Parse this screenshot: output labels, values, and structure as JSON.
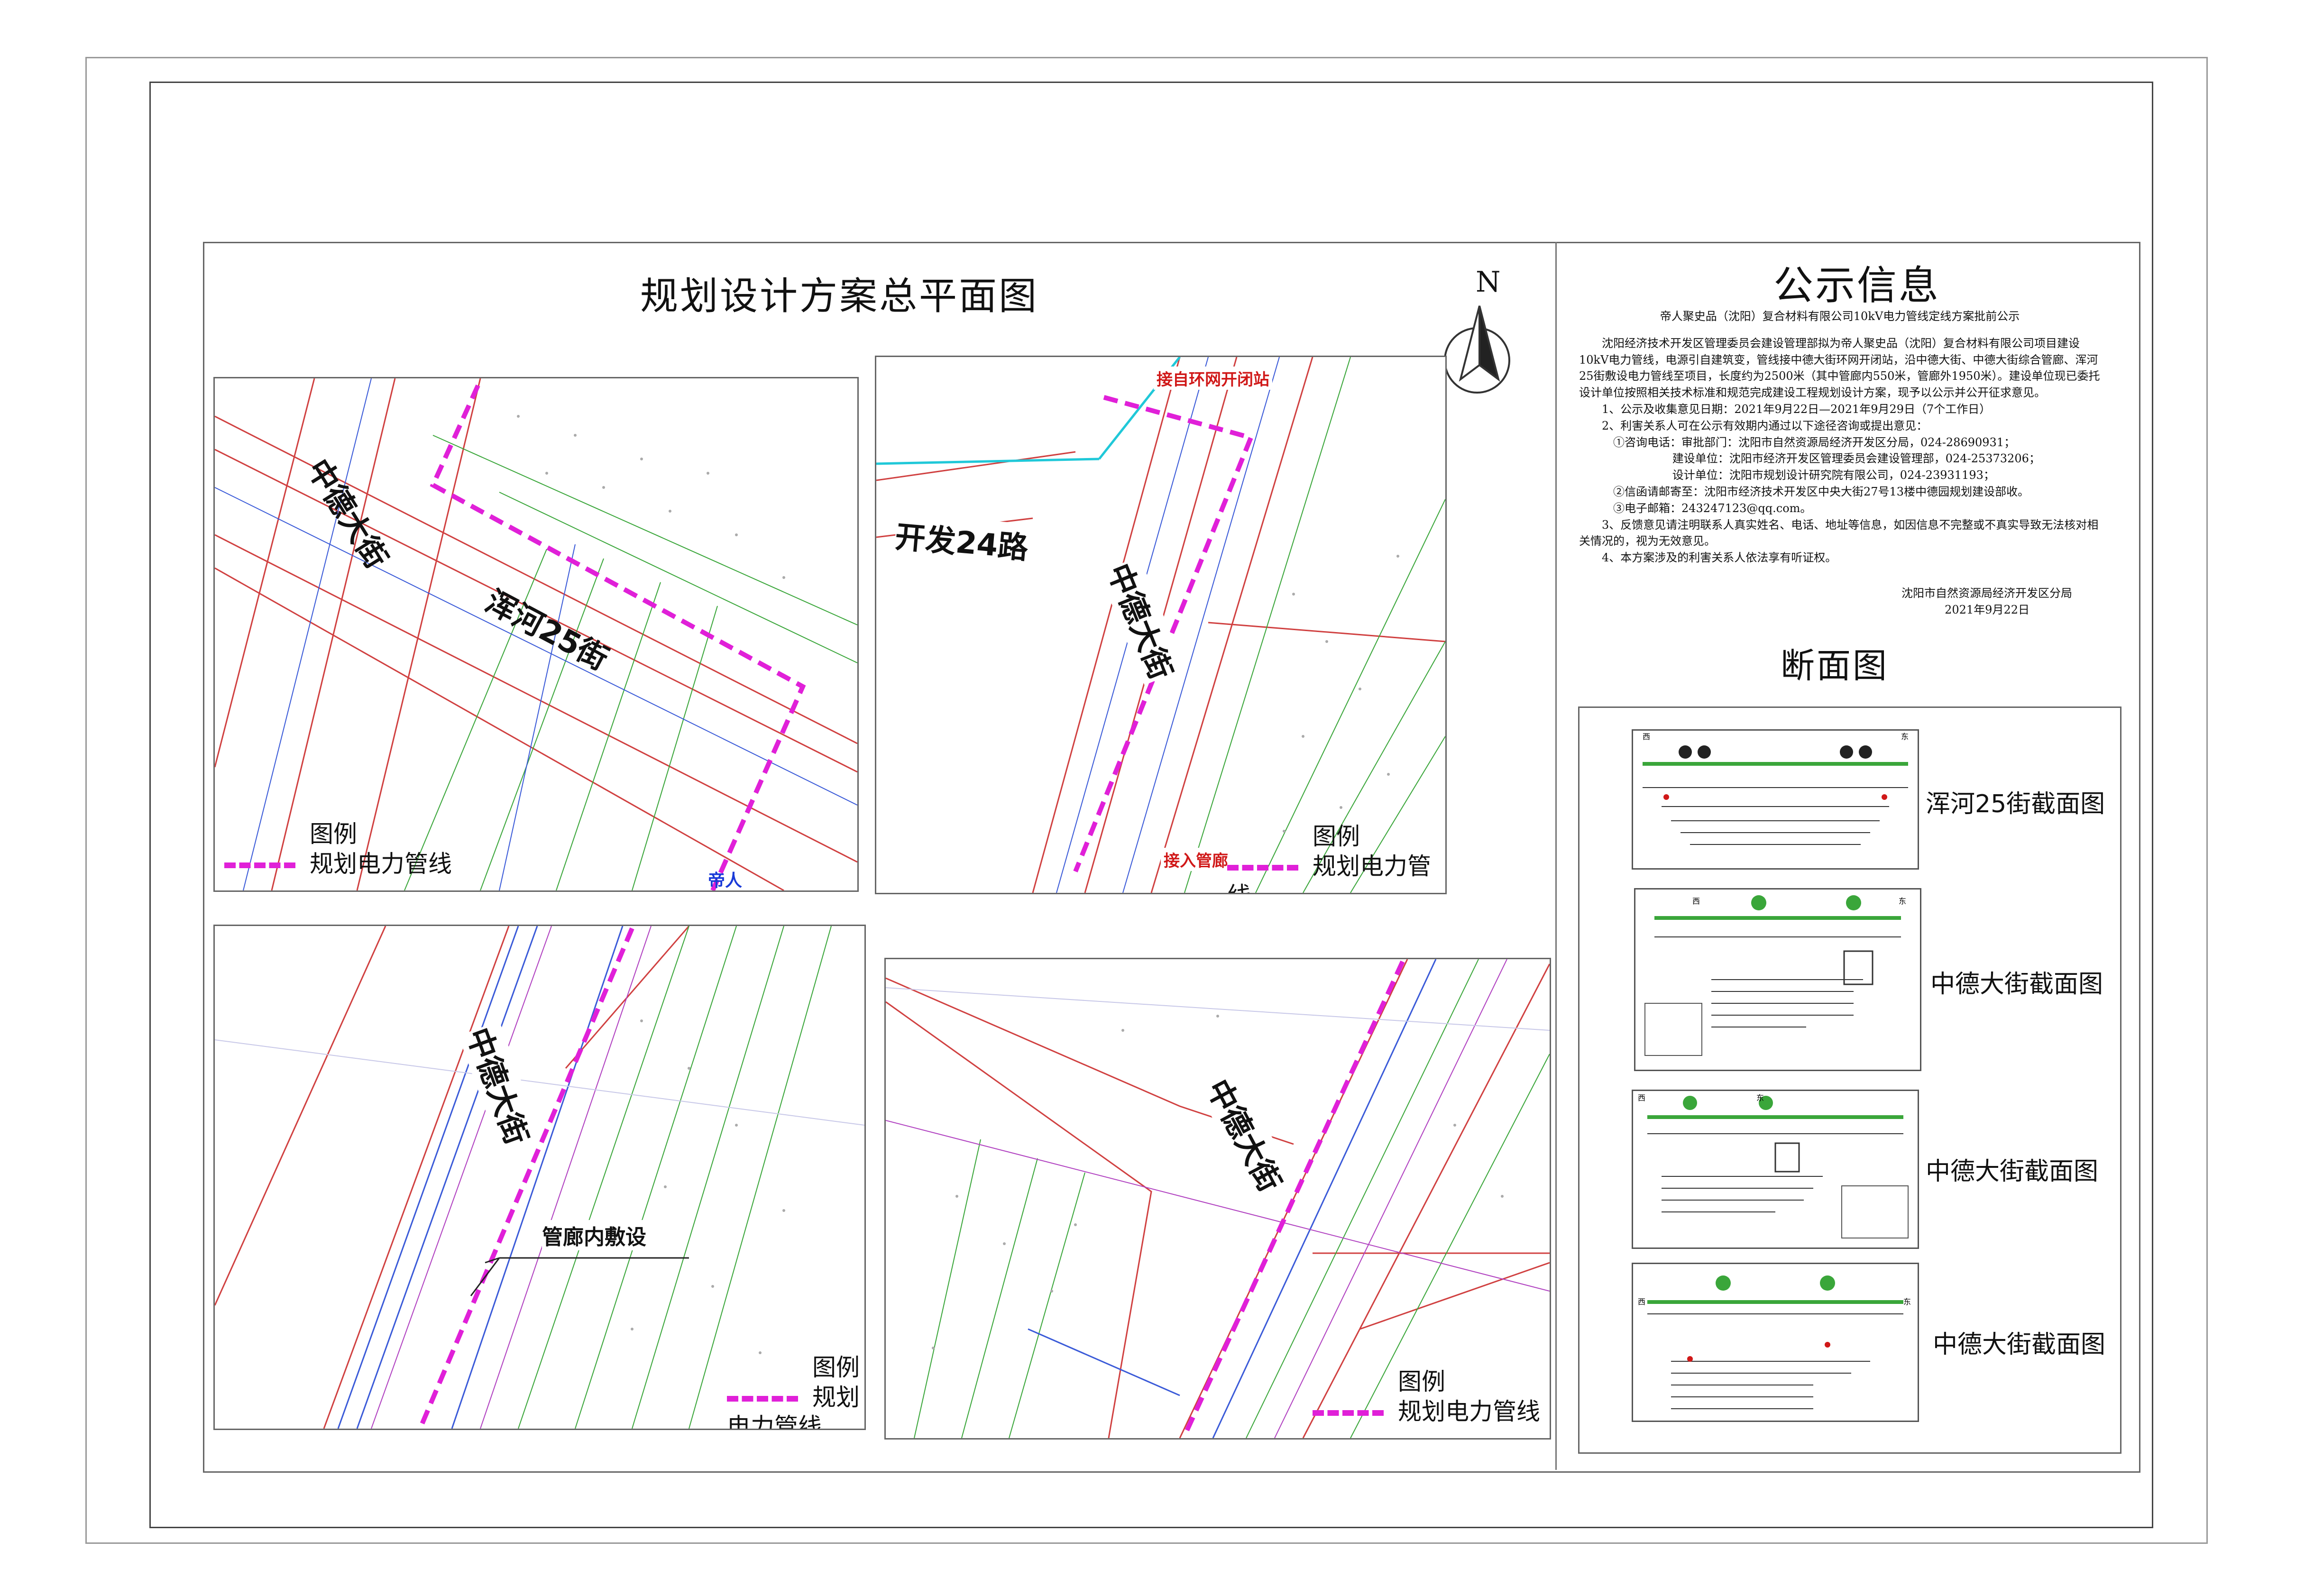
{
  "map_title": "规划设计方案总平面图",
  "north_label": "N",
  "legend": {
    "title": "图例",
    "item": "规划电力管线"
  },
  "panels": {
    "p1": {
      "road_a": "中德大街",
      "road_b": "浑河25街",
      "site": "帝人"
    },
    "p2": {
      "road_a": "中德大街",
      "road_b": "开发24路",
      "tag_top": "接自环网开闭站",
      "tag_bottom": "接入管廊"
    },
    "p3": {
      "road_a": "中德大街",
      "note": "管廊内敷设"
    },
    "p4": {
      "road_a": "中德大街"
    }
  },
  "notice": {
    "title": "公示信息",
    "subtitle": "帝人聚史品（沈阳）复合材料有限公司10kV电力管线定线方案批前公示",
    "body": "沈阳经济技术开发区管理委员会建设管理部拟为帝人聚史品（沈阳）复合材料有限公司项目建设10kV电力管线，电源引自建筑变，管线接中德大街环网开闭站，沿中德大街、中德大街综合管廊、浑河25街敷设电力管线至项目，长度约为2500米（其中管廊内550米，管廊外1950米）。建设单位现已委托设计单位按照相关技术标准和规范完成建设工程规划设计方案，现予以公示并公开征求意见。",
    "items": [
      "1、公示及收集意见日期：2021年9月22日—2021年9月29日（7个工作日）",
      "2、利害关系人可在公示有效期内通过以下途径咨询或提出意见：",
      "①咨询电话：审批部门：沈阳市自然资源局经济开发区分局，024-28690931；",
      "建设单位：沈阳市经济开发区管理委员会建设管理部，024-25373206；",
      "设计单位：沈阳市规划设计研究院有限公司，024-23931193；",
      "②信函请邮寄至：沈阳市经济技术开发区中央大街27号13楼中德园规划建设部收。",
      "③电子邮箱：243247123@qq.com。",
      "3、反馈意见请注明联系人真实姓名、电话、地址等信息，如因信息不完整或不真实导致无法核对相关情况的，视为无效意见。",
      "4、本方案涉及的利害关系人依法享有听证权。"
    ],
    "signer": "沈阳市自然资源局经济开发区分局",
    "date": "2021年9月22日"
  },
  "sections": {
    "title": "断面图",
    "labels": [
      "浑河25街截面图",
      "中德大街截面图",
      "中德大街截面图",
      "中德大街截面图"
    ],
    "dir_west": "西",
    "dir_east": "东"
  },
  "colors": {
    "pipeline": "#e020d8",
    "road_red": "#d04040",
    "green": "#3aa63a",
    "cyan": "#20c8d8",
    "blue": "#3a5ad8"
  }
}
